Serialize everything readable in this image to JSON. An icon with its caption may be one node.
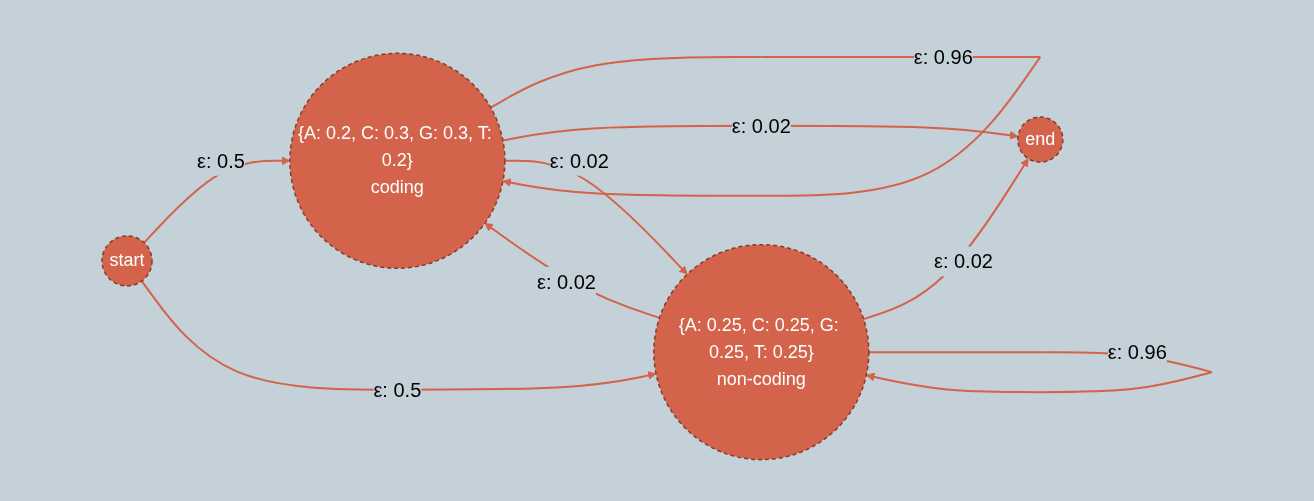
{
  "diagram": {
    "nodes": [
      {
        "text": [
          "{A: 0.2, C: 0.3, G: 0.3, T: 0.2}",
          "coding"
        ]
      },
      {
        "text": [
          "end"
        ]
      },
      {
        "text": [
          "{A: 0.25, C: 0.25, G: 0.25, T: 0.25}",
          "non-coding"
        ]
      },
      {
        "text": [
          "start"
        ]
      }
    ],
    "edges": [
      {
        "from": 0,
        "to": 0,
        "arrow": "to",
        "label": "ε: 0.96"
      },
      {
        "from": 0,
        "to": 1,
        "arrow": "to",
        "label": "ε: 0.02"
      },
      {
        "from": 2,
        "to": 1,
        "arrow": "to",
        "label": "ε: 0.02"
      },
      {
        "from": 2,
        "to": 0,
        "arrow": "to",
        "label": "ε: 0.02"
      },
      {
        "from": 0,
        "to": 2,
        "arrow": "to",
        "label": "ε: 0.02"
      },
      {
        "from": 2,
        "to": 2,
        "arrow": "to",
        "label": "ε: 0.96"
      },
      {
        "from": 3,
        "to": 0,
        "arrow": "to",
        "label": "ε: 0.5"
      },
      {
        "from": 3,
        "to": 2,
        "arrow": "to",
        "label": "ε: 0.5"
      }
    ]
  }
}
